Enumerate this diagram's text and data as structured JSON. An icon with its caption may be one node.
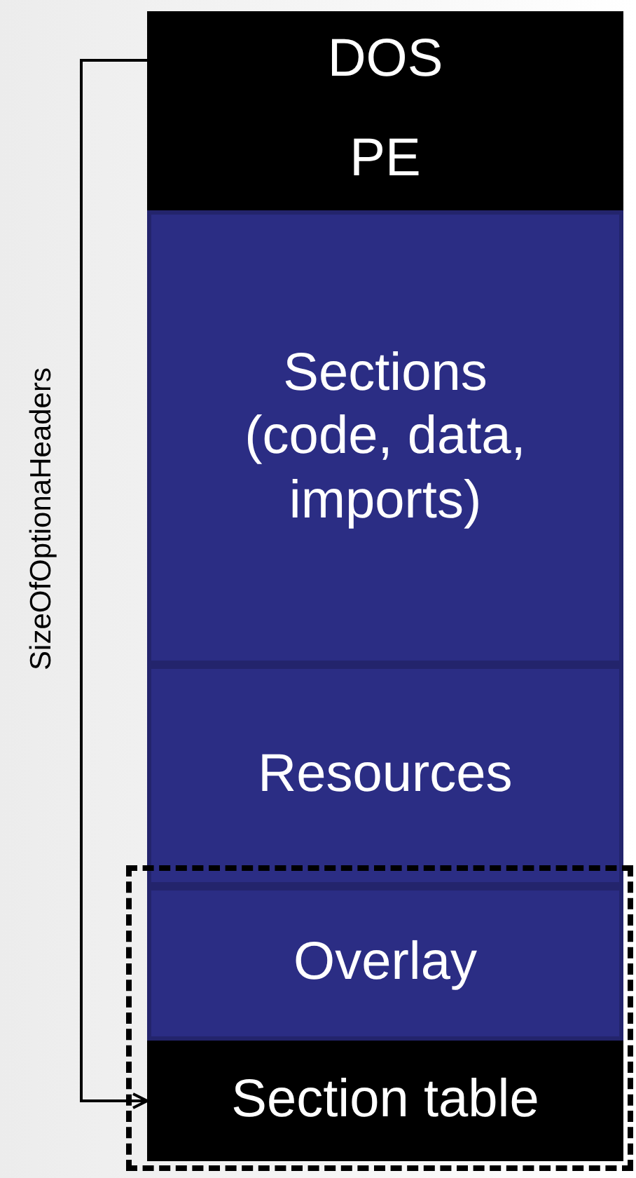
{
  "diagram": {
    "nodes": [
      {
        "text": [
          "DOS"
        ]
      },
      {
        "text": [
          "PE"
        ]
      },
      {
        "text": [
          "Sections (code, data, imports)"
        ]
      },
      {
        "text": [
          "Resources"
        ]
      },
      {
        "text": [
          "Overlay"
        ]
      },
      {
        "text": [
          "Section table"
        ]
      }
    ],
    "edges": [
      {
        "from": 0,
        "to": 5,
        "arrow": "to",
        "label": "SizeOfOptionaHeaders"
      }
    ]
  }
}
